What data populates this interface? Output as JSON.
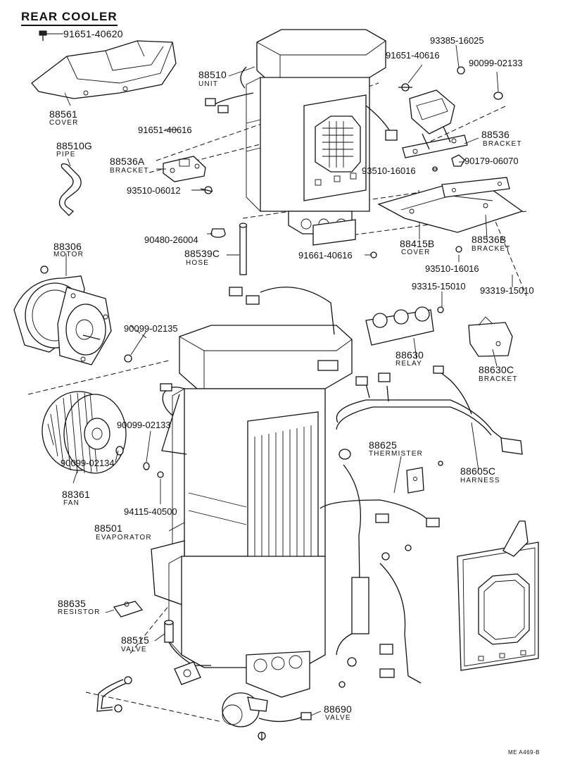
{
  "title": "REAR COOLER",
  "drawing_code": "ME A469-B",
  "parts": [
    {
      "number": "91651-40620",
      "name": ""
    },
    {
      "number": "88561",
      "name": "COVER"
    },
    {
      "number": "88510",
      "name": "UNIT"
    },
    {
      "number": "91651-40616",
      "name": ""
    },
    {
      "number": "93385-16025",
      "name": ""
    },
    {
      "number": "91651-40616",
      "name": ""
    },
    {
      "number": "90099-02133",
      "name": ""
    },
    {
      "number": "88510G",
      "name": "PIPE"
    },
    {
      "number": "88536A",
      "name": "BRACKET"
    },
    {
      "number": "93510-06012",
      "name": ""
    },
    {
      "number": "88536",
      "name": "BRACKET"
    },
    {
      "number": "90179-06070",
      "name": ""
    },
    {
      "number": "93510-16016",
      "name": ""
    },
    {
      "number": "90480-26004",
      "name": ""
    },
    {
      "number": "88539C",
      "name": "HOSE"
    },
    {
      "number": "88306",
      "name": "MOTOR"
    },
    {
      "number": "88415B",
      "name": "COVER"
    },
    {
      "number": "88536B",
      "name": "BRACKET"
    },
    {
      "number": "91661-40616",
      "name": ""
    },
    {
      "number": "93510-16016",
      "name": ""
    },
    {
      "number": "93315-15010",
      "name": ""
    },
    {
      "number": "93319-15010",
      "name": ""
    },
    {
      "number": "90099-02135",
      "name": ""
    },
    {
      "number": "88630",
      "name": "RELAY"
    },
    {
      "number": "88630C",
      "name": "BRACKET"
    },
    {
      "number": "90099-02133",
      "name": ""
    },
    {
      "number": "88625",
      "name": "THERMISTER"
    },
    {
      "number": "90099-02134",
      "name": ""
    },
    {
      "number": "88605C",
      "name": "HARNESS"
    },
    {
      "number": "88361",
      "name": "FAN"
    },
    {
      "number": "94115-40500",
      "name": ""
    },
    {
      "number": "88501",
      "name": "EVAPORATOR"
    },
    {
      "number": "88635",
      "name": "RESISTOR"
    },
    {
      "number": "88515",
      "name": "VALVE"
    },
    {
      "number": "88690",
      "name": "VALVE"
    }
  ]
}
